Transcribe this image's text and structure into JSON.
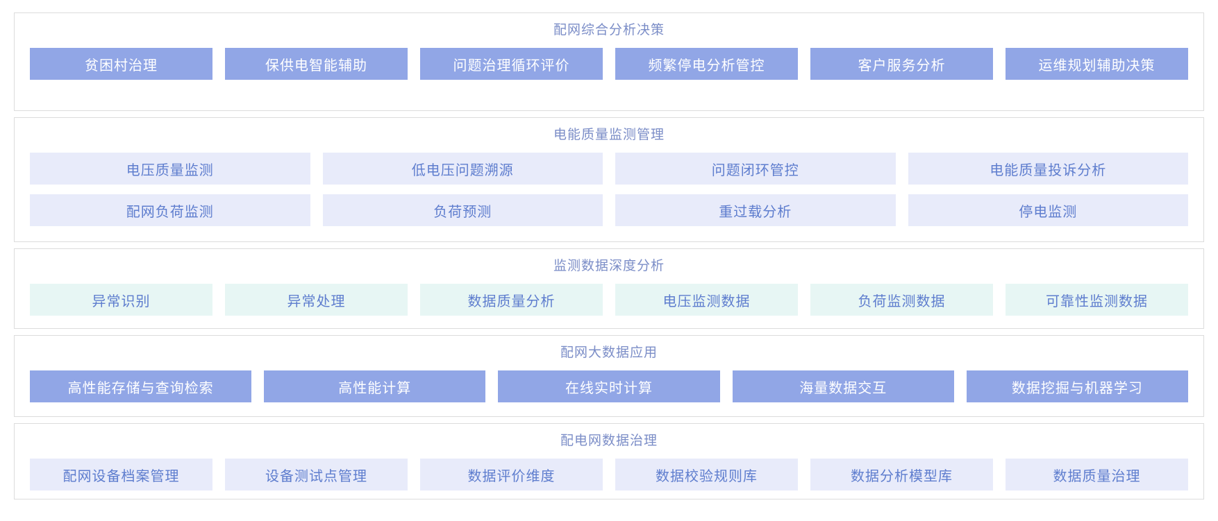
{
  "colors": {
    "solid_button_bg": "#91a6e6",
    "solid_button_text": "#ffffff",
    "lavender_button_bg": "#e8ebfa",
    "mint_button_bg": "#e7f6f4",
    "tile_text": "#5e7dce",
    "section_title_text": "#7b8dc7",
    "section_border": "#dcdcdc",
    "page_background": "#ffffff"
  },
  "sections": [
    {
      "title": "配网综合分析决策",
      "style": "solid",
      "rows": [
        [
          "贫困村治理",
          "保供电智能辅助",
          "问题治理循环评价",
          "频繁停电分析管控",
          "客户服务分析",
          "运维规划辅助决策"
        ]
      ]
    },
    {
      "title": "电能质量监测管理",
      "style": "lavender",
      "rows": [
        [
          "电压质量监测",
          "低电压问题溯源",
          "问题闭环管控",
          "电能质量投诉分析"
        ],
        [
          "配网负荷监测",
          "负荷预测",
          "重过载分析",
          "停电监测"
        ]
      ]
    },
    {
      "title": "监测数据深度分析",
      "style": "mint",
      "rows": [
        [
          "异常识别",
          "异常处理",
          "数据质量分析",
          "电压监测数据",
          "负荷监测数据",
          "可靠性监测数据"
        ]
      ]
    },
    {
      "title": "配网大数据应用",
      "style": "solid",
      "rows": [
        [
          "高性能存储与查询检索",
          "高性能计算",
          "在线实时计算",
          "海量数据交互",
          "数据挖掘与机器学习"
        ]
      ]
    },
    {
      "title": "配电网数据治理",
      "style": "lavender",
      "rows": [
        [
          "配网设备档案管理",
          "设备测试点管理",
          "数据评价维度",
          "数据校验规则库",
          "数据分析模型库",
          "数据质量治理"
        ]
      ]
    }
  ]
}
